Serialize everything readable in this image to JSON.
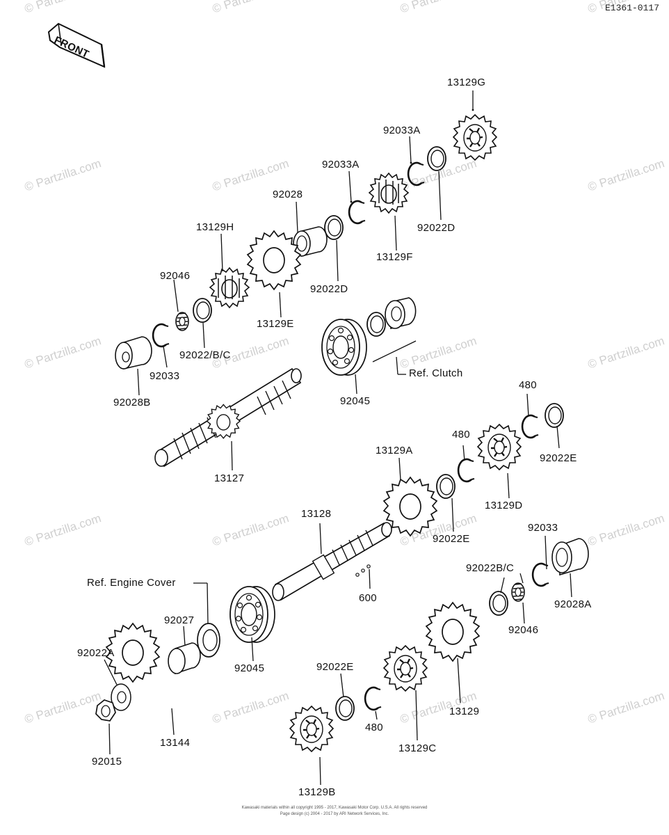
{
  "diagram_id": "E1361-0117",
  "front_label": "FRONT",
  "watermark": "© Partzilla.com",
  "copyright": {
    "line1": "Kawasaki materials within all copyright 1995 - 2017, Kawasaki Motor Corp. U.S.A. All rights reserved",
    "line2": "Page design (c) 2004 - 2017 by ARI Network Services, Inc."
  },
  "references": {
    "clutch": "Ref.  Clutch",
    "engine_cover": "Ref.  Engine Cover"
  },
  "parts": {
    "p13129G": "13129G",
    "p92033A_1": "92033A",
    "p92033A_2": "92033A",
    "p92028": "92028",
    "p13129H": "13129H",
    "p92046_1": "92046",
    "p92022D_1": "92022D",
    "p13129F": "13129F",
    "p92022D_2": "92022D",
    "p13129E": "13129E",
    "p92022BC_1": "92022/B/C",
    "p92033_1": "92033",
    "p92028B": "92028B",
    "p92045_1": "92045",
    "p13127": "13127",
    "p480_1": "480",
    "p480_2": "480",
    "p92022E_1": "92022E",
    "p13129A": "13129A",
    "p13129D": "13129D",
    "p92022E_2": "92022E",
    "p13128": "13128",
    "p92033_2": "92033",
    "p92022BC_2": "92022B/C",
    "p600": "600",
    "p92028A": "92028A",
    "p92046_2": "92046",
    "p92027": "92027",
    "p92022A": "92022A",
    "p92045_2": "92045",
    "p92022E_3": "92022E",
    "p480_3": "480",
    "p13129": "13129",
    "p13144": "13144",
    "p13129C": "13129C",
    "p92015": "92015",
    "p13129B": "13129B"
  }
}
